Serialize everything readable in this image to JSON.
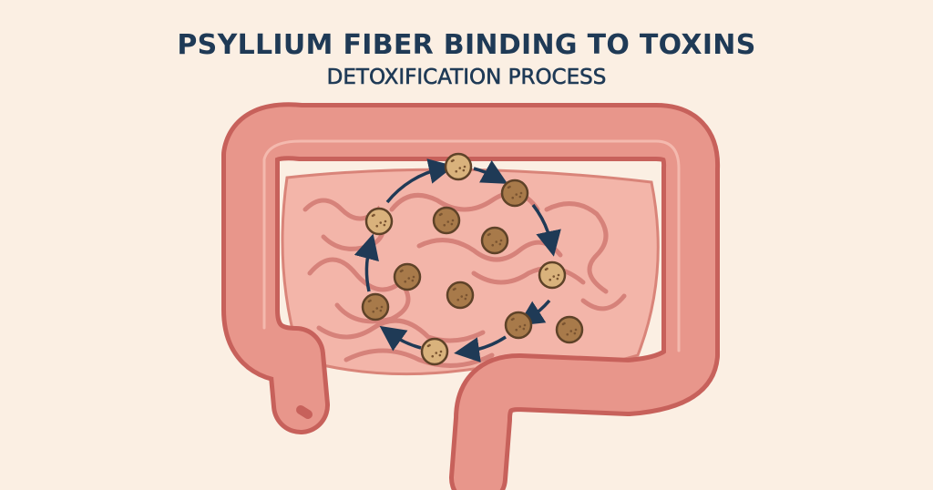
{
  "title": "PSYLLIUM FIBER BINDING TO TOXINS",
  "subtitle": "DETOXIFICATION PROCESS",
  "colors": {
    "background": "#fbefe3",
    "title": "#1f3a56",
    "colon": "#e8968b",
    "colon_outline": "#c7615b",
    "small_intestine": "#f2b4a8",
    "fiber_particle": "#a87a4a",
    "arrow": "#1f3a56"
  },
  "icons": [
    "large-intestine-illustration",
    "small-intestine-illustration",
    "fiber-particle",
    "circular-arrow"
  ]
}
